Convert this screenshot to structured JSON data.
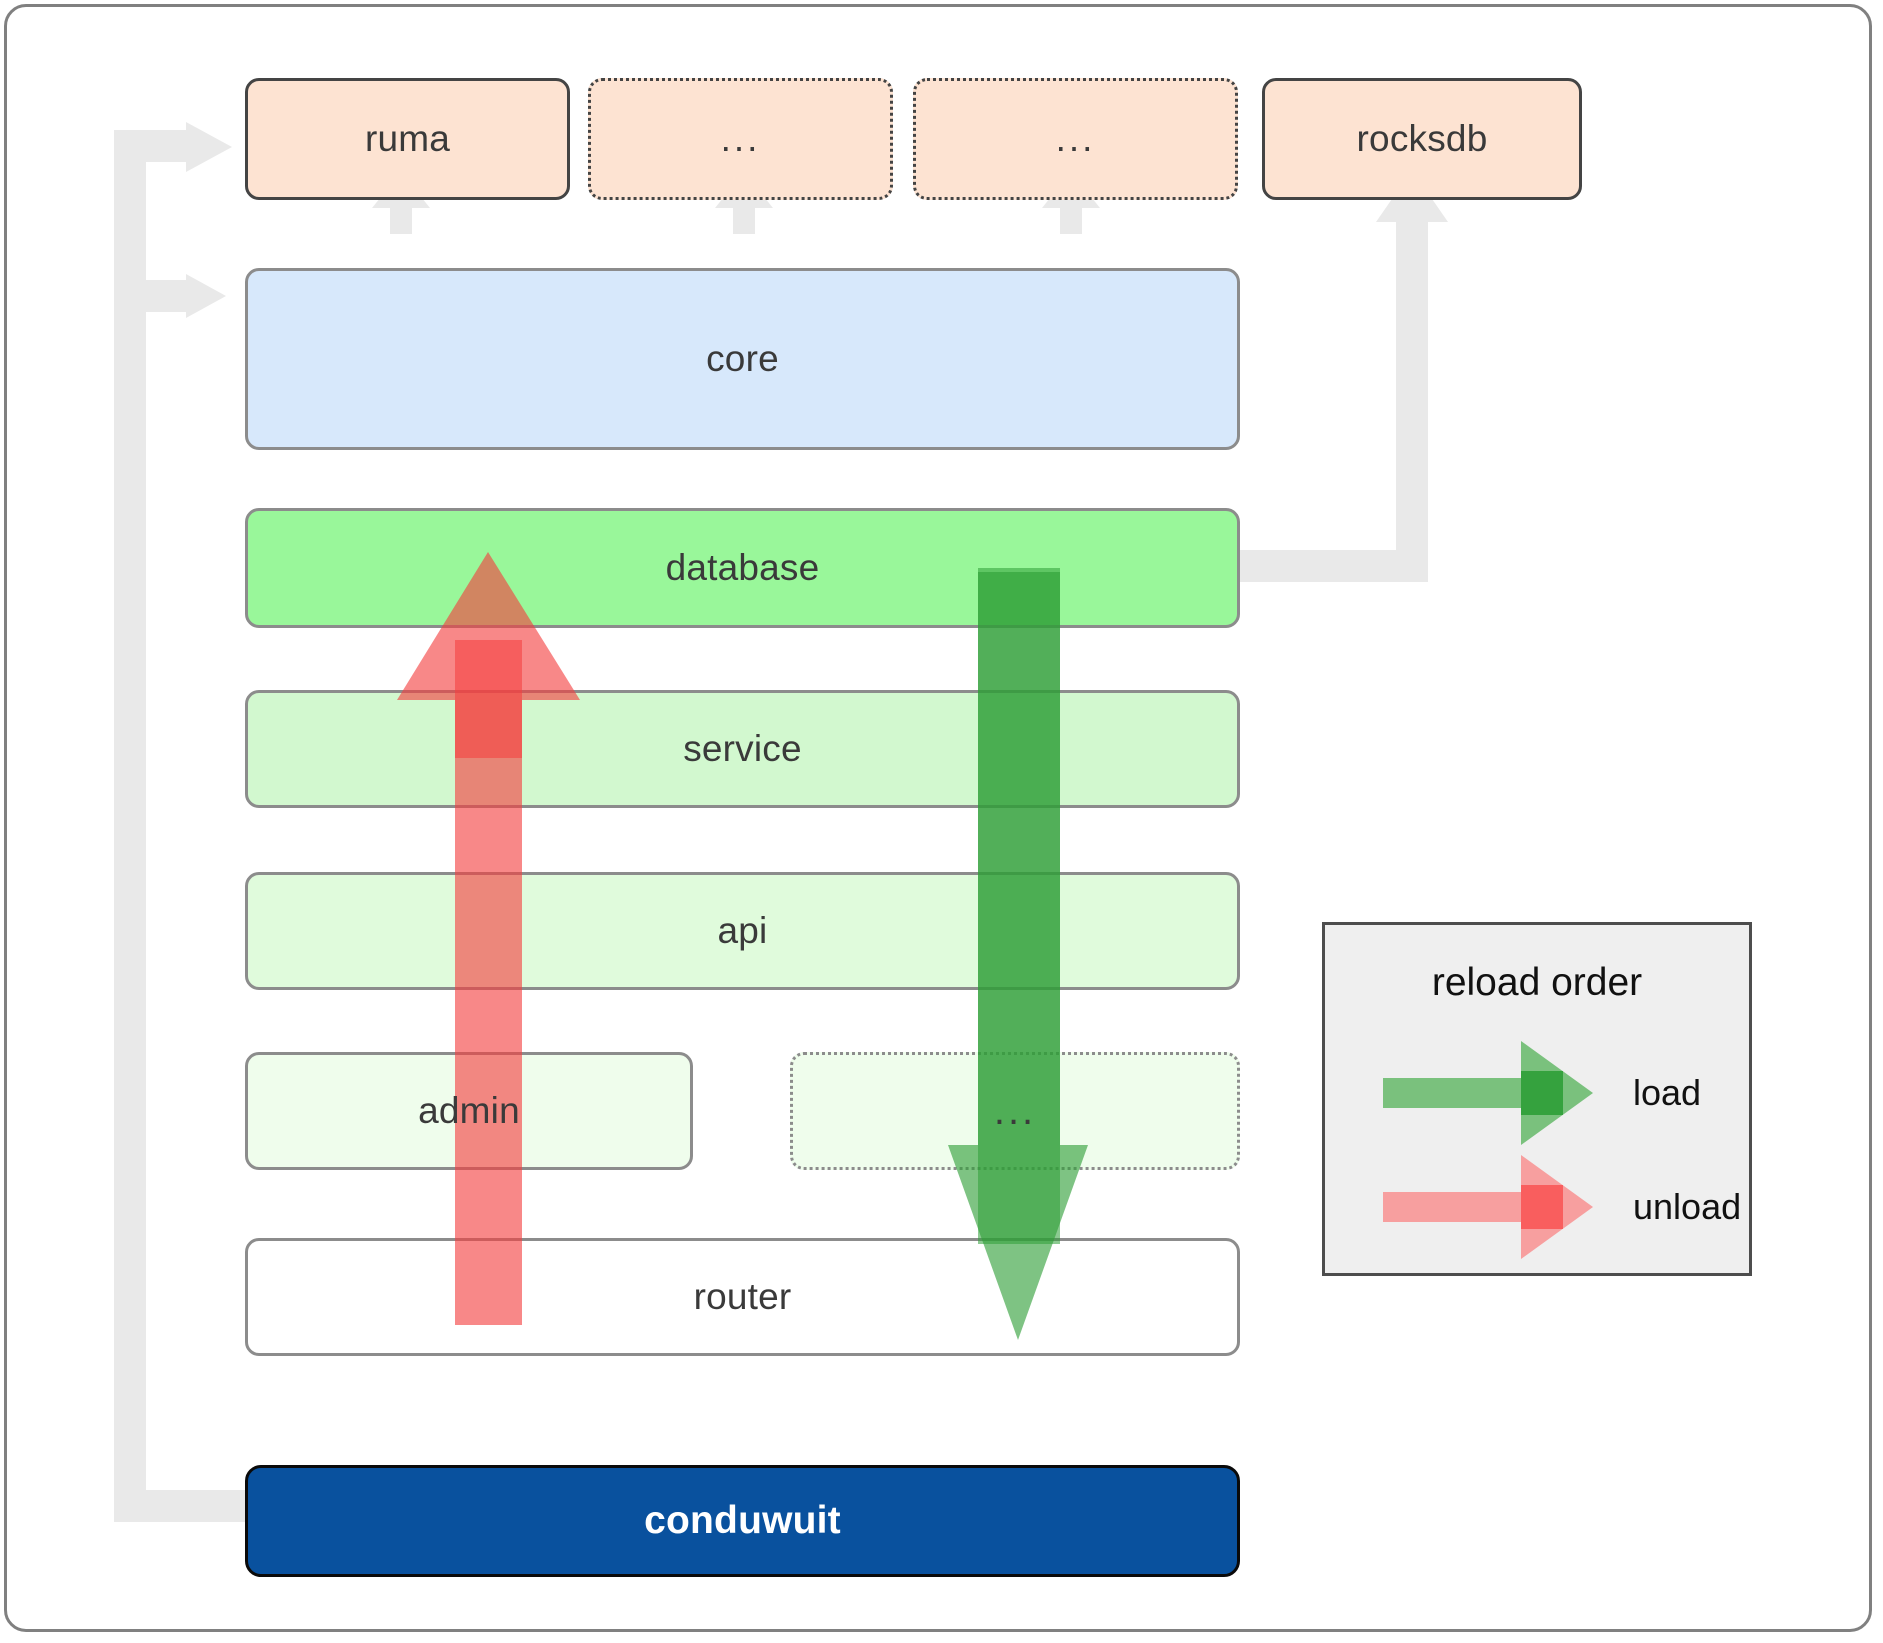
{
  "diagram": {
    "title": "conduwuit crate architecture / reload order",
    "colors": {
      "crate_fill": "#fde3d2",
      "crate_stroke": "#444444",
      "core_fill": "#d7e8fb",
      "database_fill": "#99f79a",
      "service_fill": "#d2f8cf",
      "api_fill": "#e0fbdc",
      "admin_fill": "#effdec",
      "router_fill": "#ffffff",
      "app_fill": "#09519e",
      "layer_stroke": "#8c8c8c",
      "connector": "#e8e8e8",
      "load_arrow": "#4caf50",
      "unload_arrow": "#f98080",
      "legend_fill": "#efefef",
      "legend_stroke": "#4d4d4d"
    },
    "crates": [
      {
        "id": "ruma",
        "label": "ruma",
        "style": "solid"
      },
      {
        "id": "dots1",
        "label": "...",
        "style": "dotted"
      },
      {
        "id": "dots2",
        "label": "...",
        "style": "dotted"
      },
      {
        "id": "rocksdb",
        "label": "rocksdb",
        "style": "solid"
      }
    ],
    "layers": [
      {
        "id": "core",
        "label": "core",
        "style": "solid"
      },
      {
        "id": "database",
        "label": "database",
        "style": "solid"
      },
      {
        "id": "service",
        "label": "service",
        "style": "solid"
      },
      {
        "id": "api",
        "label": "api",
        "style": "solid"
      },
      {
        "id": "admin",
        "label": "admin",
        "style": "solid"
      },
      {
        "id": "moredots",
        "label": "...",
        "style": "dotted"
      },
      {
        "id": "router",
        "label": "router",
        "style": "solid"
      }
    ],
    "app": {
      "label": "conduwuit"
    },
    "legend": {
      "title": "reload order",
      "entries": [
        {
          "id": "load",
          "label": "load",
          "color": "#4caf50"
        },
        {
          "id": "unload",
          "label": "unload",
          "color": "#f98080"
        }
      ]
    }
  }
}
